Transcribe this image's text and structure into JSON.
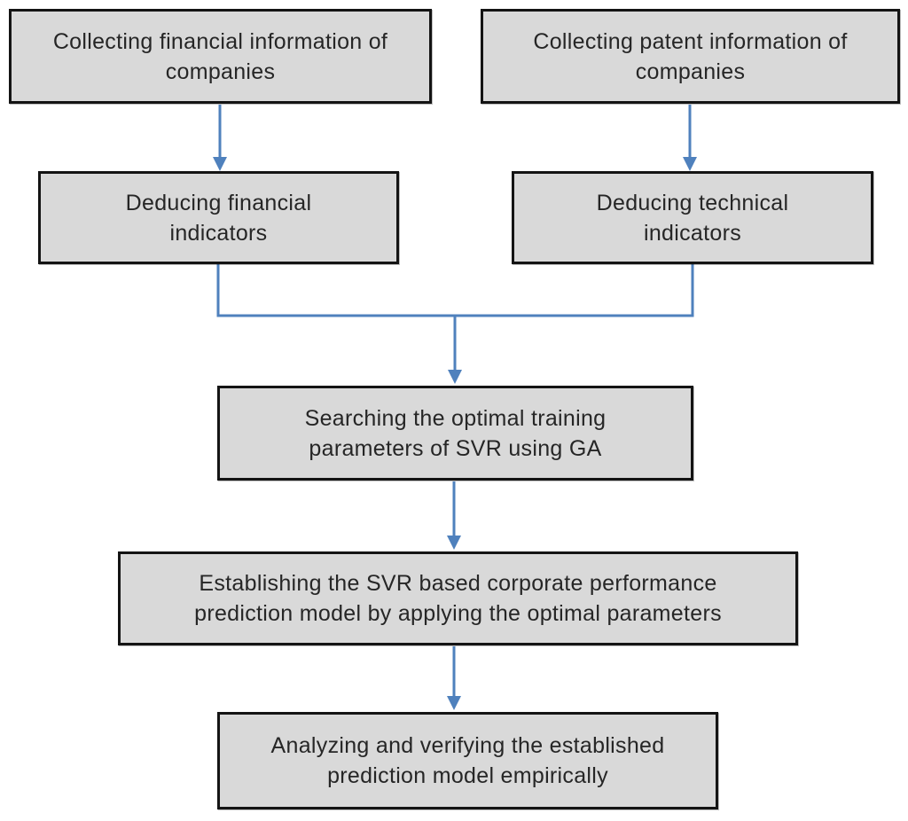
{
  "diagram": {
    "type": "flowchart",
    "nodes": [
      {
        "id": "collect-financial",
        "label": "Collecting financial information of\ncompanies"
      },
      {
        "id": "collect-patent",
        "label": "Collecting patent information of\ncompanies"
      },
      {
        "id": "deduce-financial",
        "label": "Deducing financial\nindicators"
      },
      {
        "id": "deduce-technical",
        "label": "Deducing technical\nindicators"
      },
      {
        "id": "search-params",
        "label": "Searching the optimal training\nparameters of SVR using GA"
      },
      {
        "id": "establish-model",
        "label": "Establishing the SVR based corporate performance\nprediction model by applying the optimal parameters"
      },
      {
        "id": "analyze-verify",
        "label": "Analyzing and verifying the established\nprediction model empirically"
      }
    ],
    "edges": [
      {
        "from": "collect-financial",
        "to": "deduce-financial"
      },
      {
        "from": "collect-patent",
        "to": "deduce-technical"
      },
      {
        "from": "deduce-financial",
        "to": "search-params"
      },
      {
        "from": "deduce-technical",
        "to": "search-params"
      },
      {
        "from": "search-params",
        "to": "establish-model"
      },
      {
        "from": "establish-model",
        "to": "analyze-verify"
      }
    ]
  },
  "colors": {
    "background": "#ffffff",
    "box_fill": "#d9d9d9",
    "box_border": "#141414",
    "arrow": "#4f81bd",
    "text": "#262626"
  }
}
